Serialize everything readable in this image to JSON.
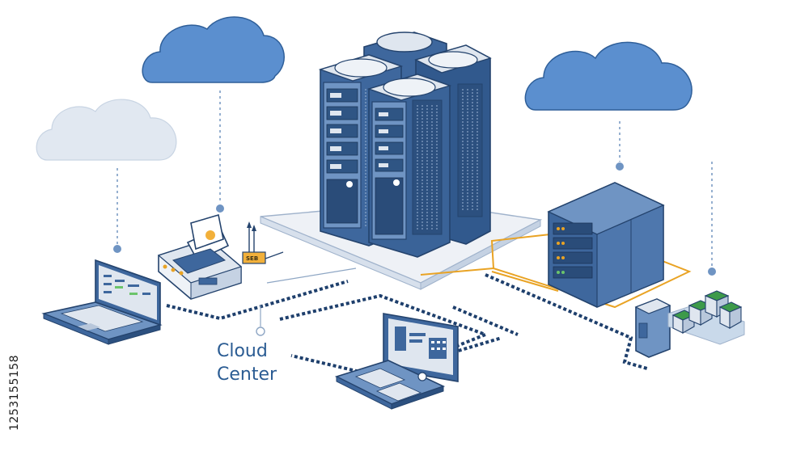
{
  "diagram": {
    "title_line1": "Cloud",
    "title_line2": "Center",
    "device_tag": "SEB",
    "stock_id": "1253155158"
  },
  "colors": {
    "outline": "#24436d",
    "cloud_blue": "#5b8fcf",
    "cloud_pale": "#e1e8f1",
    "server_body": "#3e679d",
    "server_light": "#6f94c3",
    "platform": "#eef1f6",
    "dashed_cable": "#1e3f6c",
    "orange_line": "#e9a324",
    "green_stack": "#3d9a4a",
    "text_blue": "#2b5c93"
  }
}
